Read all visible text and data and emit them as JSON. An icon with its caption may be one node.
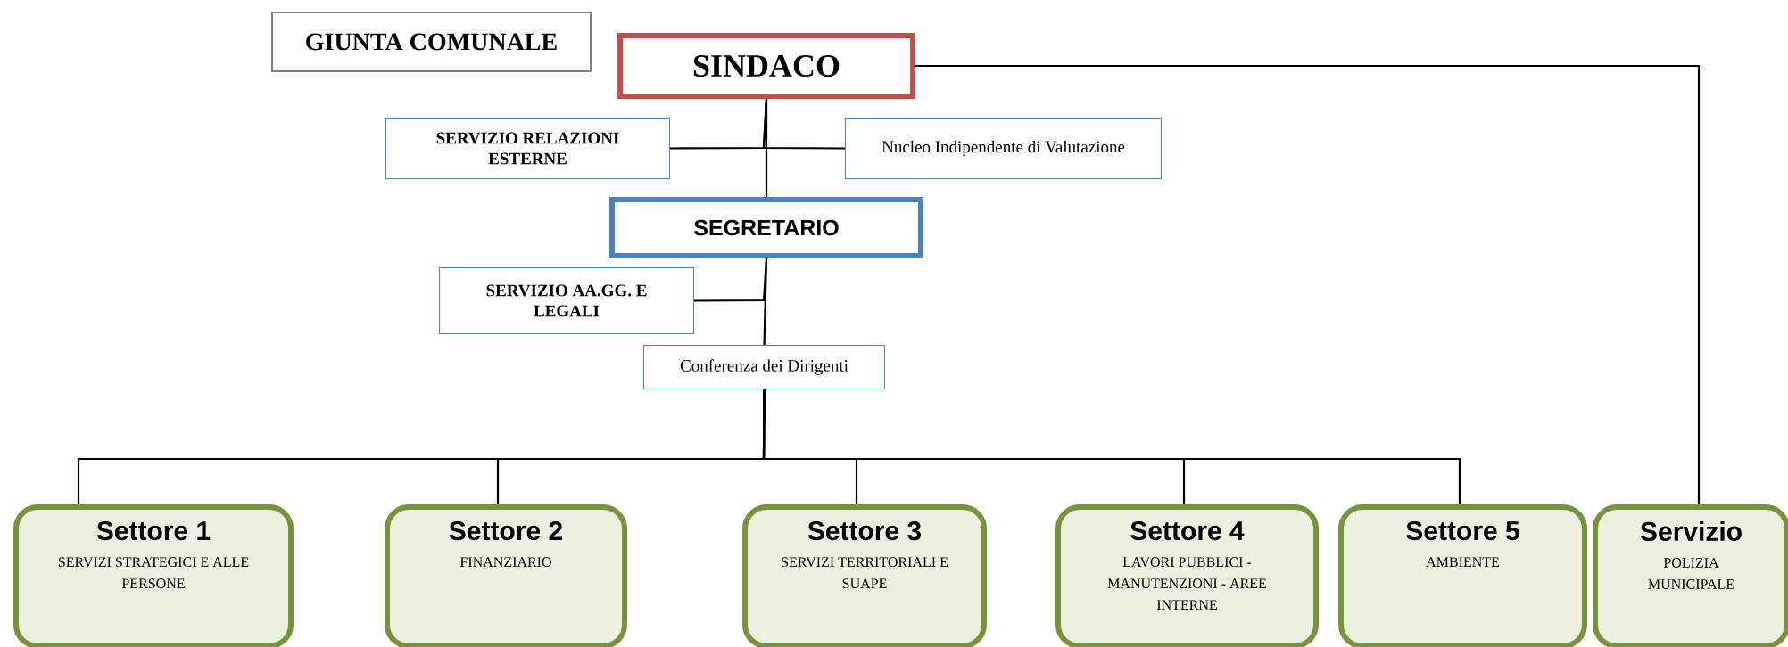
{
  "diagram": {
    "nodes": [
      {
        "text": [
          "GIUNTA COMUNALE"
        ]
      },
      {
        "text": [
          "SINDACO"
        ]
      },
      {
        "text": [
          "SERVIZIO RELAZIONI ESTERNE"
        ]
      },
      {
        "text": [
          "Nucleo Indipendente di Valutazione"
        ]
      },
      {
        "text": [
          "SEGRETARIO"
        ]
      },
      {
        "text": [
          "SERVIZIO AA.GG. E LEGALI"
        ]
      },
      {
        "text": [
          "Conferenza dei Dirigenti"
        ]
      },
      {
        "text": [
          "Settore 1",
          "SERVIZI STRATEGICI E  ALLE PERSONE"
        ]
      },
      {
        "text": [
          "Settore 2",
          "FINANZIARIO"
        ]
      },
      {
        "text": [
          "Settore 3",
          "SERVIZI TERRITORIALI E SUAPE"
        ]
      },
      {
        "text": [
          "Settore 4",
          "LAVORI PUBBLICI  - MANUTENZIONI - AREE INTERNE"
        ]
      },
      {
        "text": [
          "Settore 5",
          "AMBIENTE"
        ]
      },
      {
        "text": [
          "Servizio",
          "POLIZIA MUNICIPALE"
        ]
      }
    ],
    "edges": [
      {
        "from": 1,
        "to": 4,
        "arrow": "none"
      },
      {
        "from": 1,
        "to": 2,
        "arrow": "none"
      },
      {
        "from": 1,
        "to": 3,
        "arrow": "none"
      },
      {
        "from": 4,
        "to": 5,
        "arrow": "none"
      },
      {
        "from": 4,
        "to": 6,
        "arrow": "none"
      },
      {
        "from": 6,
        "to": 7,
        "arrow": "none"
      },
      {
        "from": 6,
        "to": 8,
        "arrow": "none"
      },
      {
        "from": 6,
        "to": 9,
        "arrow": "none"
      },
      {
        "from": 6,
        "to": 10,
        "arrow": "none"
      },
      {
        "from": 6,
        "to": 11,
        "arrow": "none"
      },
      {
        "from": 1,
        "to": 12,
        "arrow": "none"
      }
    ]
  }
}
